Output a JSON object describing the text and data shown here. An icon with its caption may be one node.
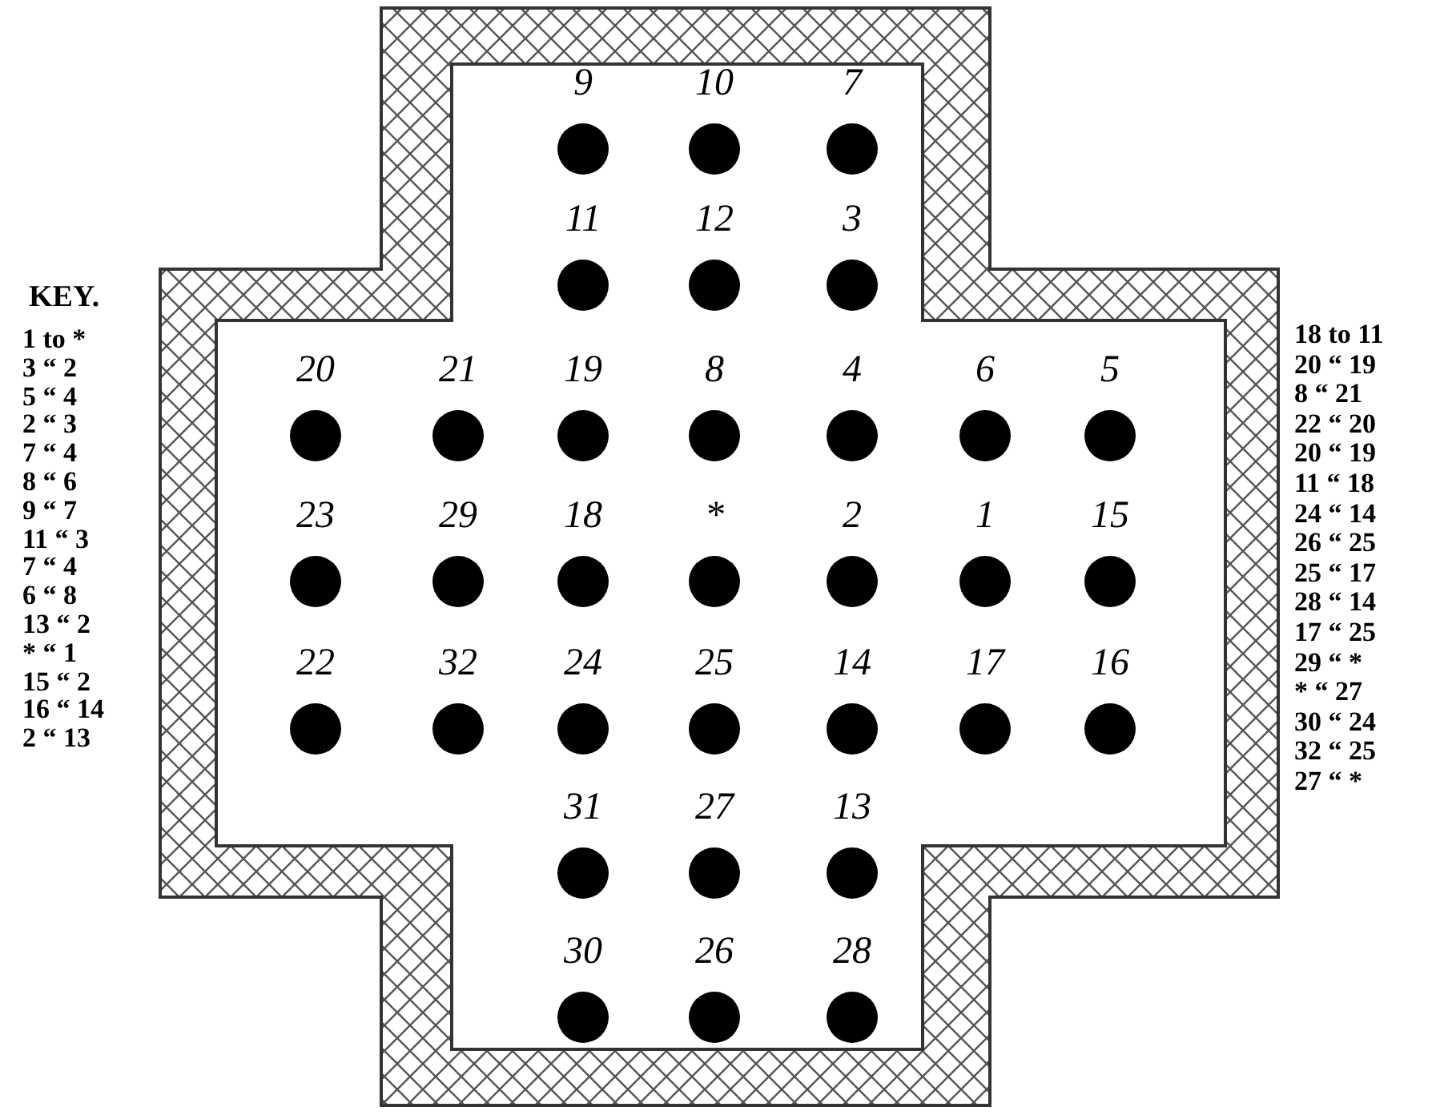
{
  "diagram": {
    "nodes": [
      {
        "text": [
          "9"
        ]
      },
      {
        "text": [
          "10"
        ]
      },
      {
        "text": [
          "7"
        ]
      },
      {
        "text": [
          "11"
        ]
      },
      {
        "text": [
          "12"
        ]
      },
      {
        "text": [
          "3"
        ]
      },
      {
        "text": [
          "20"
        ]
      },
      {
        "text": [
          "21"
        ]
      },
      {
        "text": [
          "19"
        ]
      },
      {
        "text": [
          "8"
        ]
      },
      {
        "text": [
          "4"
        ]
      },
      {
        "text": [
          "6"
        ]
      },
      {
        "text": [
          "5"
        ]
      },
      {
        "text": [
          "23"
        ]
      },
      {
        "text": [
          "29"
        ]
      },
      {
        "text": [
          "18"
        ]
      },
      {
        "text": [
          "*"
        ]
      },
      {
        "text": [
          "2"
        ]
      },
      {
        "text": [
          "1"
        ]
      },
      {
        "text": [
          "15"
        ]
      },
      {
        "text": [
          "22"
        ]
      },
      {
        "text": [
          "32"
        ]
      },
      {
        "text": [
          "24"
        ]
      },
      {
        "text": [
          "25"
        ]
      },
      {
        "text": [
          "14"
        ]
      },
      {
        "text": [
          "17"
        ]
      },
      {
        "text": [
          "16"
        ]
      },
      {
        "text": [
          "31"
        ]
      },
      {
        "text": [
          "27"
        ]
      },
      {
        "text": [
          "13"
        ]
      },
      {
        "text": [
          "30"
        ]
      },
      {
        "text": [
          "26"
        ]
      },
      {
        "text": [
          "28"
        ]
      }
    ],
    "labels": [
      "KEY.",
      "1 to *",
      "3 “ 2",
      "5 “ 4",
      "2 “ 3",
      "7 “ 4",
      "8 “ 6",
      "9 “ 7",
      "11 “ 3",
      "7 “ 4",
      "6 “ 8",
      "13 “ 2",
      "* “ 1",
      "15 “ 2",
      "16 “ 14",
      "2 “ 13",
      "18 to 11",
      "20 “ 19",
      "8 “ 21",
      "22 “ 20",
      "20 “ 19",
      "11 “ 18",
      "24 “ 14",
      "26 “ 25",
      "25 “ 17",
      "28 “ 14",
      "17 “ 25",
      "29 “ *",
      "* “ 27",
      "30 “ 24",
      "32 “ 25",
      "27 “ *"
    ]
  }
}
